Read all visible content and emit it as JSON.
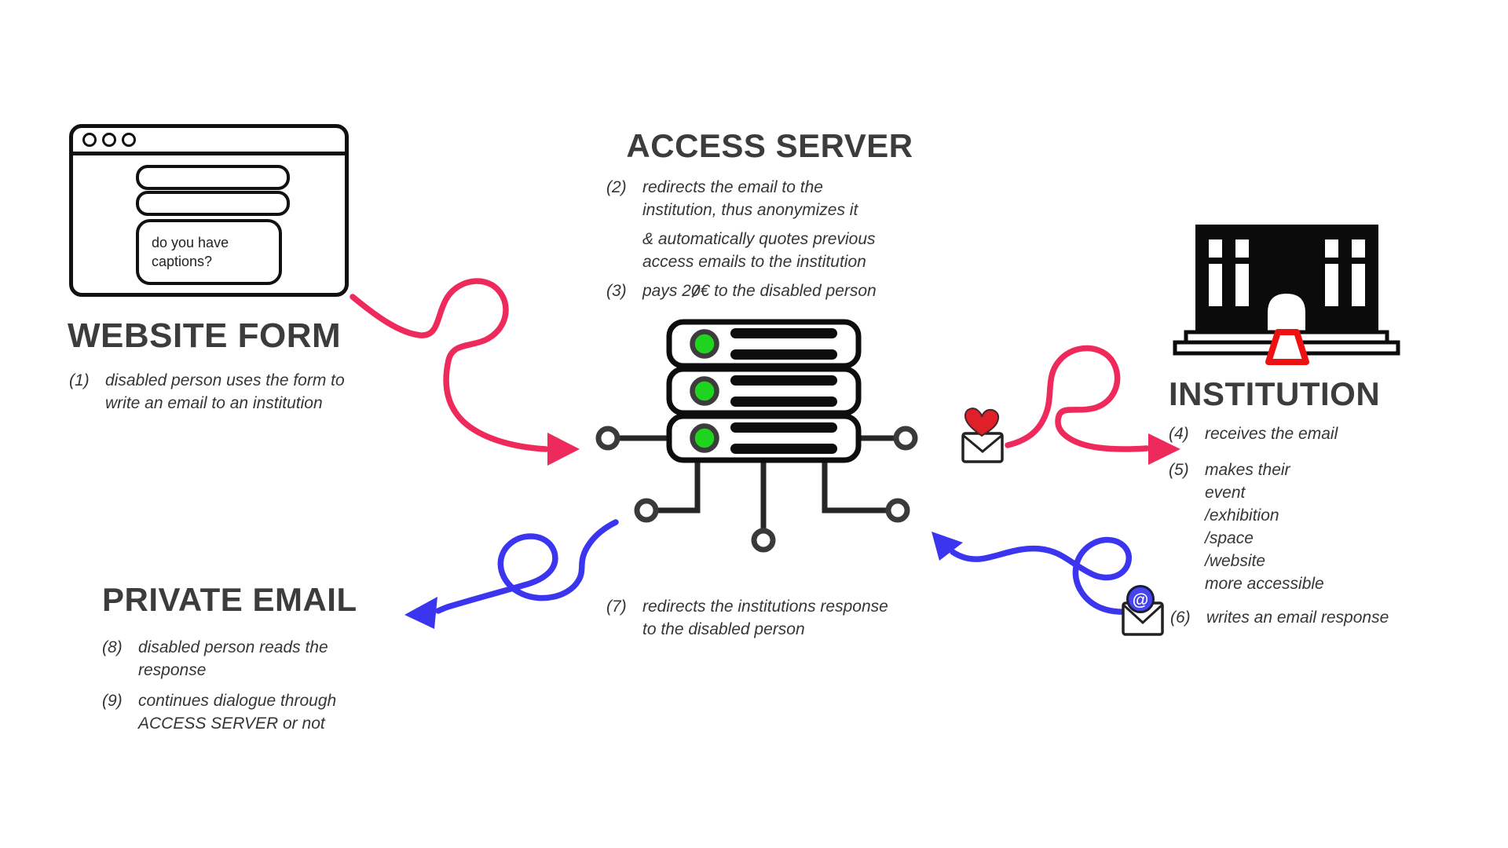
{
  "colors": {
    "ink": "#353535",
    "heading": "#3c3c3c",
    "pink": "#ee2a5c",
    "blue": "#3b35ef",
    "green": "#1ed41e",
    "ramp_red": "#ee1111",
    "heart_red": "#e02028",
    "badge_blue": "#4643f0"
  },
  "website_form": {
    "title": "WEBSITE FORM",
    "browser_question": "do you have captions?",
    "step1": {
      "num": "(1)",
      "lines": [
        "disabled person uses the form to",
        "write an email to an institution"
      ]
    }
  },
  "access_server": {
    "title": "ACCESS SERVER",
    "step2": {
      "num": "(2)",
      "lines": [
        "redirects the email to the",
        "institution, thus anonymizes it"
      ]
    },
    "step2b": {
      "num": "",
      "lines": [
        "& automatically quotes previous",
        "access emails to the institution"
      ]
    },
    "step3": {
      "num": "(3)",
      "pre": "pays 2",
      "zero": "0",
      "post": "€ to the disabled person"
    },
    "step7": {
      "num": "(7)",
      "lines": [
        "redirects the institutions response",
        "to the disabled person"
      ]
    }
  },
  "institution": {
    "title": "INSTITUTION",
    "step4": {
      "num": "(4)",
      "lines": [
        "receives the email"
      ]
    },
    "step5": {
      "num": "(5)",
      "lines": [
        "makes their",
        "event",
        "/exhibition",
        "/space",
        "/website",
        "more accessible"
      ]
    },
    "step6": {
      "num": "(6)",
      "lines": [
        "writes an email response"
      ]
    }
  },
  "private_email": {
    "title": "PRIVATE EMAIL",
    "step8": {
      "num": "(8)",
      "lines": [
        "disabled person reads the",
        "response"
      ]
    },
    "step9": {
      "num": "(9)",
      "lines": [
        "continues dialogue through",
        "ACCESS SERVER or not"
      ]
    }
  },
  "icons": {
    "at_symbol": "@"
  }
}
